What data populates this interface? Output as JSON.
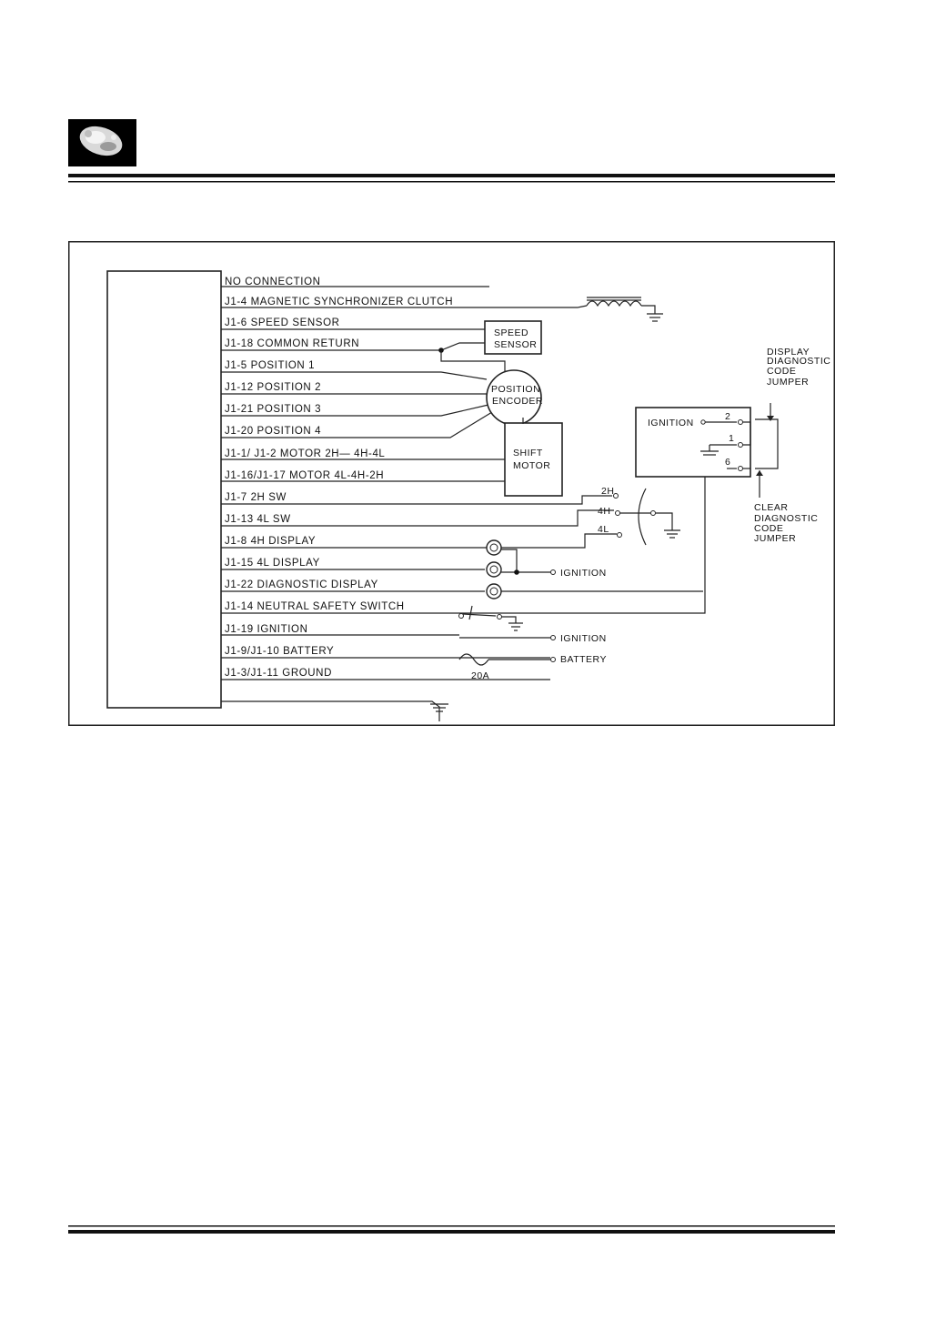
{
  "pins": [
    {
      "label": "NO  CONNECTION"
    },
    {
      "label": "J1-4    MAGNETIC SYNCHRONIZER CLUTCH"
    },
    {
      "label": "J1-6    SPEED SENSOR"
    },
    {
      "label": "J1-18   COMMON  RETURN"
    },
    {
      "label": "J1-5    POSITION  1"
    },
    {
      "label": "J1-12   POSITION  2"
    },
    {
      "label": "J1-21   POSITION  3"
    },
    {
      "label": "J1-20   POSITION 4"
    },
    {
      "label": "J1-1/ J1-2  MOTOR  2H— 4H-4L"
    },
    {
      "label": "J1-16/J1-17  MOTOR  4L-4H-2H"
    },
    {
      "label": "J1-7   2H SW"
    },
    {
      "label": "J1-13  4L  SW"
    },
    {
      "label": "J1-8   4H DISPLAY"
    },
    {
      "label": "J1-15  4L DISPLAY"
    },
    {
      "label": "J1-22  DIAGNOSTIC DISPLAY"
    },
    {
      "label": "J1-14  NEUTRAL SAFETY SWITCH"
    },
    {
      "label": "J1-19  IGNITION"
    },
    {
      "label": "J1-9/J1-10  BATTERY"
    },
    {
      "label": "J1-3/J1-11  GROUND"
    }
  ],
  "components": {
    "speed_sensor": [
      "SPEED",
      "SENSOR"
    ],
    "position_encoder": [
      "POSITION",
      "ENCODER"
    ],
    "shift_motor": [
      "SHIFT",
      "MOTOR"
    ],
    "switch_2h": "2H",
    "switch_4h": "4H",
    "switch_4l": "4L",
    "ignition_1": "IGNITION",
    "ignition_2": "IGNITION",
    "battery": "BATTERY",
    "fuse": "20A",
    "connector": {
      "ignition": "IGNITION",
      "pin_2": "2",
      "pin_1": "1",
      "pin_6": "6"
    },
    "display_jumper": [
      "DISPLAY",
      "DIAGNOSTIC",
      "CODE",
      "JUMPER"
    ],
    "clear_jumper": [
      "CLEAR",
      "DIAGNOSTIC",
      "CODE",
      "JUMPER"
    ]
  }
}
